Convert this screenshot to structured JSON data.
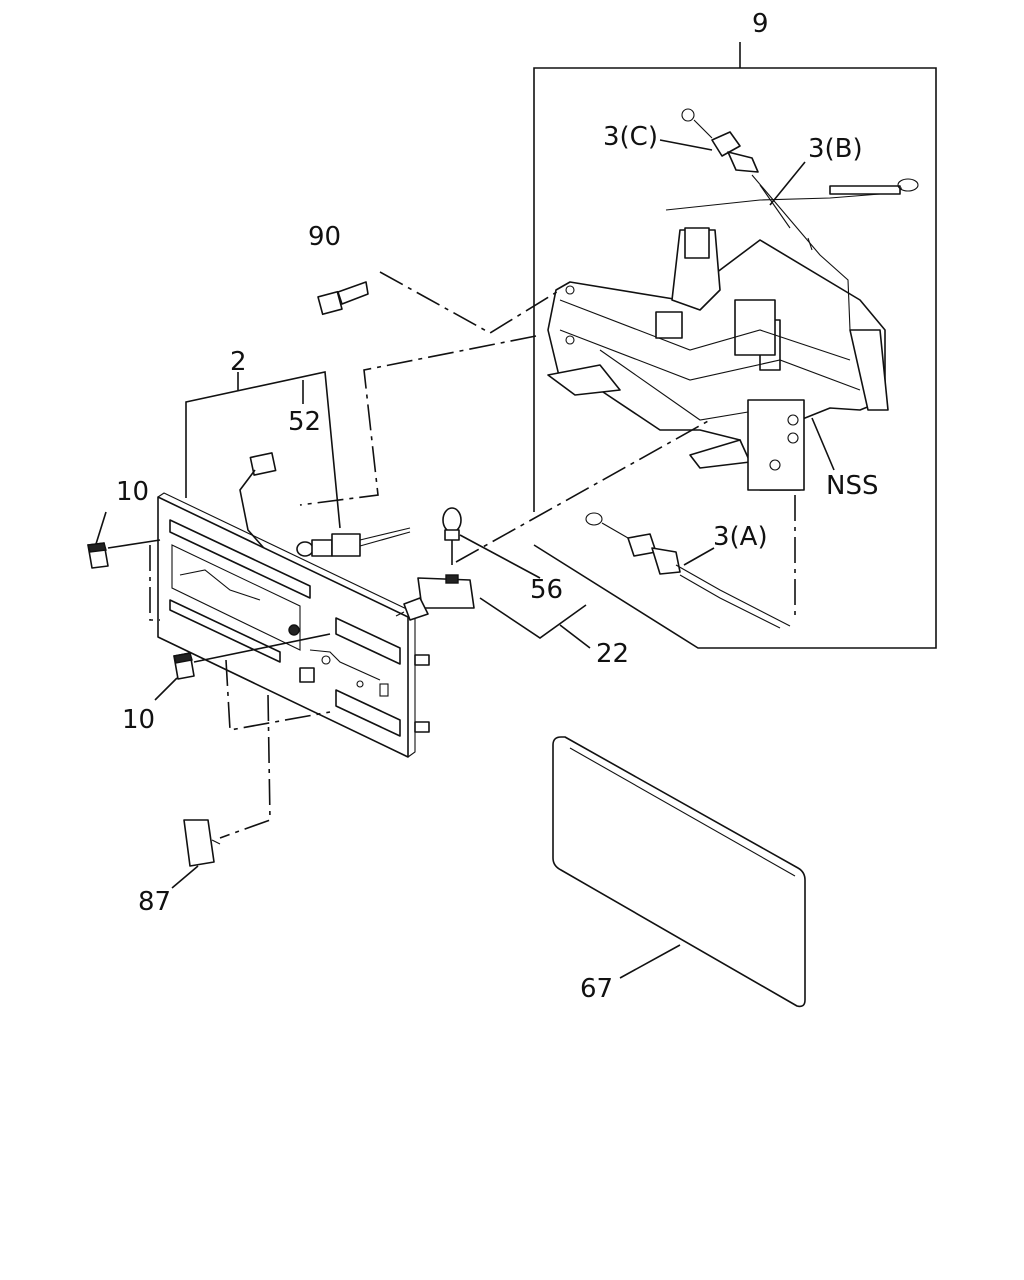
{
  "callouts": {
    "assembly_9": "9",
    "cable_3c": "3(C)",
    "cable_3b": "3(B)",
    "cable_3a": "3(A)",
    "bolt_90": "90",
    "panel_2": "2",
    "bulb_52": "52",
    "knob_10_top": "10",
    "knob_10_bottom": "10",
    "nss": "NSS",
    "bulb_56": "56",
    "switch_22": "22",
    "cap_87": "87",
    "lens_67": "67"
  }
}
